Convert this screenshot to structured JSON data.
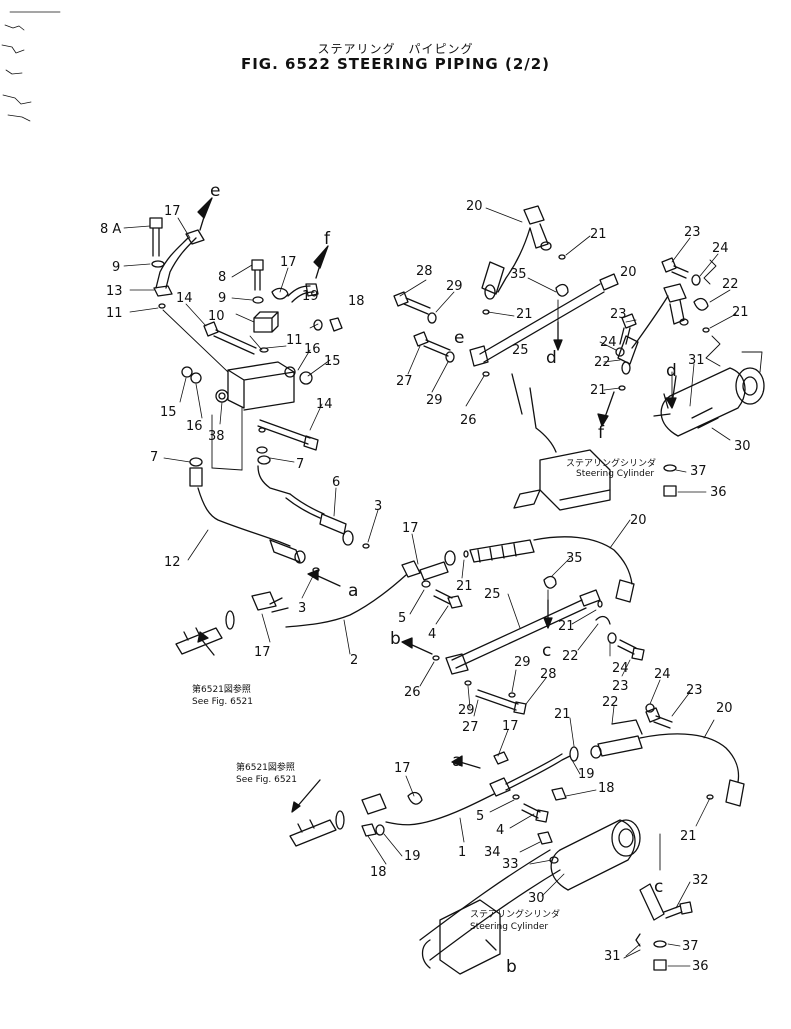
{
  "title": {
    "japanese": "ステアリング　パイピング",
    "english": "FIG. 6522  STEERING PIPING (2/2)"
  },
  "annotations": {
    "cyl_jp": "ステアリングシリンダ",
    "cyl_en": "Steering Cylinder",
    "see_jp": "第6521図参照",
    "see_en": "See Fig. 6521"
  },
  "callouts": [
    {
      "id": "c_8a",
      "text": "8 A"
    },
    {
      "id": "c_17a",
      "text": "17"
    },
    {
      "id": "c_e1",
      "text": "e"
    },
    {
      "id": "c_9a",
      "text": "9"
    },
    {
      "id": "c_13",
      "text": "13"
    },
    {
      "id": "c_11a",
      "text": "11"
    },
    {
      "id": "c_8",
      "text": "8"
    },
    {
      "id": "c_17b",
      "text": "17"
    },
    {
      "id": "c_f1",
      "text": "f"
    },
    {
      "id": "c_9b",
      "text": "9"
    },
    {
      "id": "c_19a",
      "text": "19"
    },
    {
      "id": "c_14a",
      "text": "14"
    },
    {
      "id": "c_10",
      "text": "10"
    },
    {
      "id": "c_18a",
      "text": "18"
    },
    {
      "id": "c_11b",
      "text": "11"
    },
    {
      "id": "c_16a",
      "text": "16"
    },
    {
      "id": "c_15a",
      "text": "15"
    },
    {
      "id": "c_15b",
      "text": "15"
    },
    {
      "id": "c_16b",
      "text": "16"
    },
    {
      "id": "c_38",
      "text": "38"
    },
    {
      "id": "c_14b",
      "text": "14"
    },
    {
      "id": "c_7a",
      "text": "7"
    },
    {
      "id": "c_7b",
      "text": "7"
    },
    {
      "id": "c_20a",
      "text": "20"
    },
    {
      "id": "c_21a",
      "text": "21"
    },
    {
      "id": "c_28a",
      "text": "28"
    },
    {
      "id": "c_29a",
      "text": "29"
    },
    {
      "id": "c_35a",
      "text": "35"
    },
    {
      "id": "c_21b",
      "text": "21"
    },
    {
      "id": "c_e2",
      "text": "e"
    },
    {
      "id": "c_27a",
      "text": "27"
    },
    {
      "id": "c_d1",
      "text": "d"
    },
    {
      "id": "c_25a",
      "text": "25"
    },
    {
      "id": "c_29b",
      "text": "29"
    },
    {
      "id": "c_26a",
      "text": "26"
    },
    {
      "id": "c_23a",
      "text": "23"
    },
    {
      "id": "c_24a",
      "text": "24"
    },
    {
      "id": "c_20b",
      "text": "20"
    },
    {
      "id": "c_22a",
      "text": "22"
    },
    {
      "id": "c_21c",
      "text": "21"
    },
    {
      "id": "c_23b",
      "text": "23"
    },
    {
      "id": "c_24b",
      "text": "24"
    },
    {
      "id": "c_22b",
      "text": "22"
    },
    {
      "id": "c_d2",
      "text": "d"
    },
    {
      "id": "c_31a",
      "text": "31"
    },
    {
      "id": "c_21d",
      "text": "21"
    },
    {
      "id": "c_f2",
      "text": "f"
    },
    {
      "id": "c_30a",
      "text": "30"
    },
    {
      "id": "c_37a",
      "text": "37"
    },
    {
      "id": "c_36a",
      "text": "36"
    },
    {
      "id": "c_6",
      "text": "6"
    },
    {
      "id": "c_3a",
      "text": "3"
    },
    {
      "id": "c_17c",
      "text": "17"
    },
    {
      "id": "c_20c",
      "text": "20"
    },
    {
      "id": "c_12",
      "text": "12"
    },
    {
      "id": "c_a1",
      "text": "a"
    },
    {
      "id": "c_3b",
      "text": "3"
    },
    {
      "id": "c_21e",
      "text": "21"
    },
    {
      "id": "c_5a",
      "text": "5"
    },
    {
      "id": "c_4a",
      "text": "4"
    },
    {
      "id": "c_35b",
      "text": "35"
    },
    {
      "id": "c_25b",
      "text": "25"
    },
    {
      "id": "c_21f",
      "text": "21"
    },
    {
      "id": "c_c1",
      "text": "c"
    },
    {
      "id": "c_22c",
      "text": "22"
    },
    {
      "id": "c_17d",
      "text": "17"
    },
    {
      "id": "c_2",
      "text": "2"
    },
    {
      "id": "c_b1",
      "text": "b"
    },
    {
      "id": "c_29c",
      "text": "29"
    },
    {
      "id": "c_24c",
      "text": "24"
    },
    {
      "id": "c_26b",
      "text": "26"
    },
    {
      "id": "c_28b",
      "text": "28"
    },
    {
      "id": "c_23c",
      "text": "23"
    },
    {
      "id": "c_29d",
      "text": "29"
    },
    {
      "id": "c_27b",
      "text": "27"
    },
    {
      "id": "c_24d",
      "text": "24"
    },
    {
      "id": "c_22d",
      "text": "22"
    },
    {
      "id": "c_23d",
      "text": "23"
    },
    {
      "id": "c_21g",
      "text": "21"
    },
    {
      "id": "c_20d",
      "text": "20"
    },
    {
      "id": "c_17e",
      "text": "17"
    },
    {
      "id": "c_a2",
      "text": "a"
    },
    {
      "id": "c_17f",
      "text": "17"
    },
    {
      "id": "c_19b",
      "text": "19"
    },
    {
      "id": "c_18b",
      "text": "18"
    },
    {
      "id": "c_5b",
      "text": "5"
    },
    {
      "id": "c_4b",
      "text": "4"
    },
    {
      "id": "c_21h",
      "text": "21"
    },
    {
      "id": "c_34",
      "text": "34"
    },
    {
      "id": "c_33",
      "text": "33"
    },
    {
      "id": "c_19c",
      "text": "19"
    },
    {
      "id": "c_1",
      "text": "1"
    },
    {
      "id": "c_18c",
      "text": "18"
    },
    {
      "id": "c_30b",
      "text": "30"
    },
    {
      "id": "c_c2",
      "text": "c"
    },
    {
      "id": "c_32",
      "text": "32"
    },
    {
      "id": "c_37b",
      "text": "37"
    },
    {
      "id": "c_31b",
      "text": "31"
    },
    {
      "id": "c_36b",
      "text": "36"
    },
    {
      "id": "c_b2",
      "text": "b"
    }
  ]
}
